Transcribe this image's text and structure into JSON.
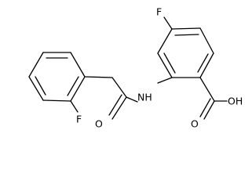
{
  "structure": {
    "atoms": {
      "fluoro_top": "F",
      "fluoro_bottom": "F",
      "amide_nh": "NH",
      "amide_oxygen": "O",
      "acid_oxygen": "O",
      "acid_hydroxyl": "OH"
    }
  }
}
